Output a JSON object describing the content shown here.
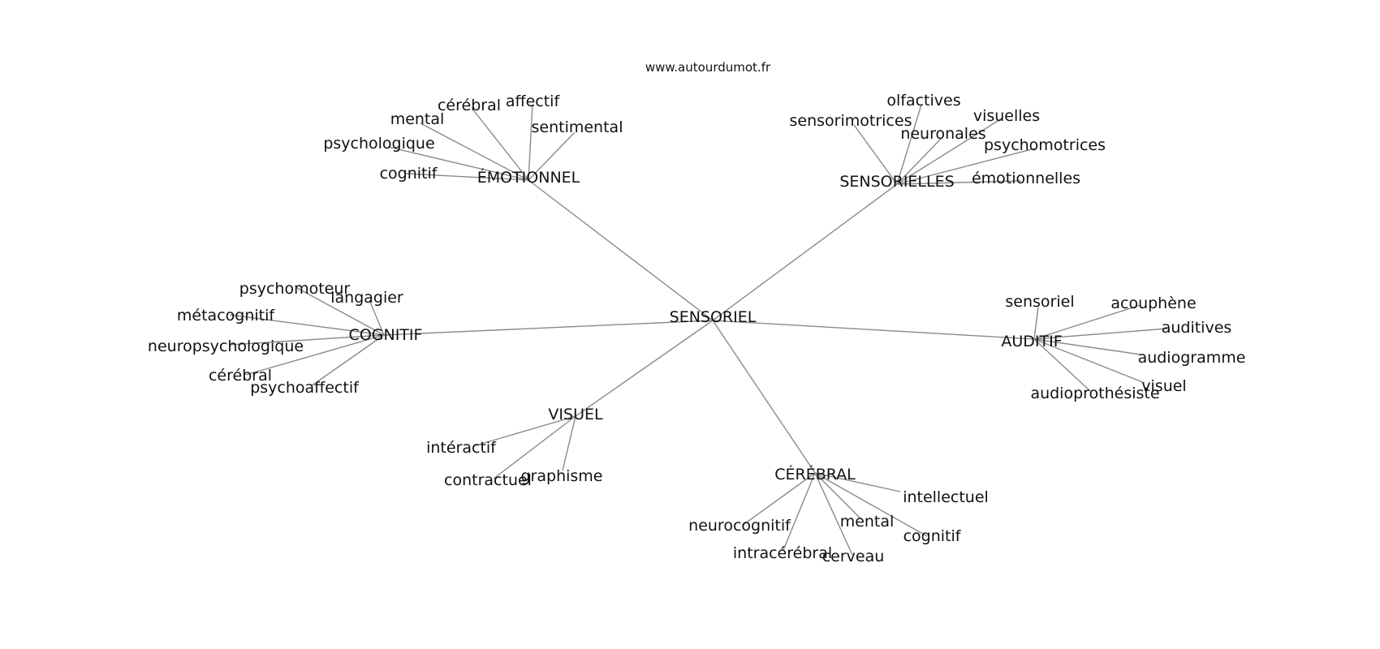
{
  "site": "www.autourdumot.fr",
  "center": "SENSORIEL",
  "branches": [
    {
      "id": "emotionnel",
      "label": "ÉMOTIONNEL",
      "words": [
        "cérébral",
        "affectif",
        "mental",
        "sentimental",
        "psychologique",
        "cognitif"
      ]
    },
    {
      "id": "sensorielles",
      "label": "SENSORIELLES",
      "words": [
        "olfactives",
        "visuelles",
        "sensorimotrices",
        "neuronales",
        "psychomotrices",
        "émotionnelles"
      ]
    },
    {
      "id": "cognitif",
      "label": "COGNITIF",
      "words": [
        "psychomoteur",
        "langagier",
        "métacognitif",
        "neuropsychologique",
        "cérébral",
        "psychoaffectif"
      ]
    },
    {
      "id": "auditif",
      "label": "AUDITIF",
      "words": [
        "sensoriel",
        "acouphène",
        "auditives",
        "audiogramme",
        "visuel",
        "audioprothésiste"
      ]
    },
    {
      "id": "visuel",
      "label": "VISUEL",
      "words": [
        "intéractif",
        "contractuel",
        "graphisme"
      ]
    },
    {
      "id": "cerebral",
      "label": "CÉRÉBRAL",
      "words": [
        "intellectuel",
        "neurocognitif",
        "mental",
        "cognitif",
        "intracérébral",
        "cerveau"
      ]
    }
  ]
}
